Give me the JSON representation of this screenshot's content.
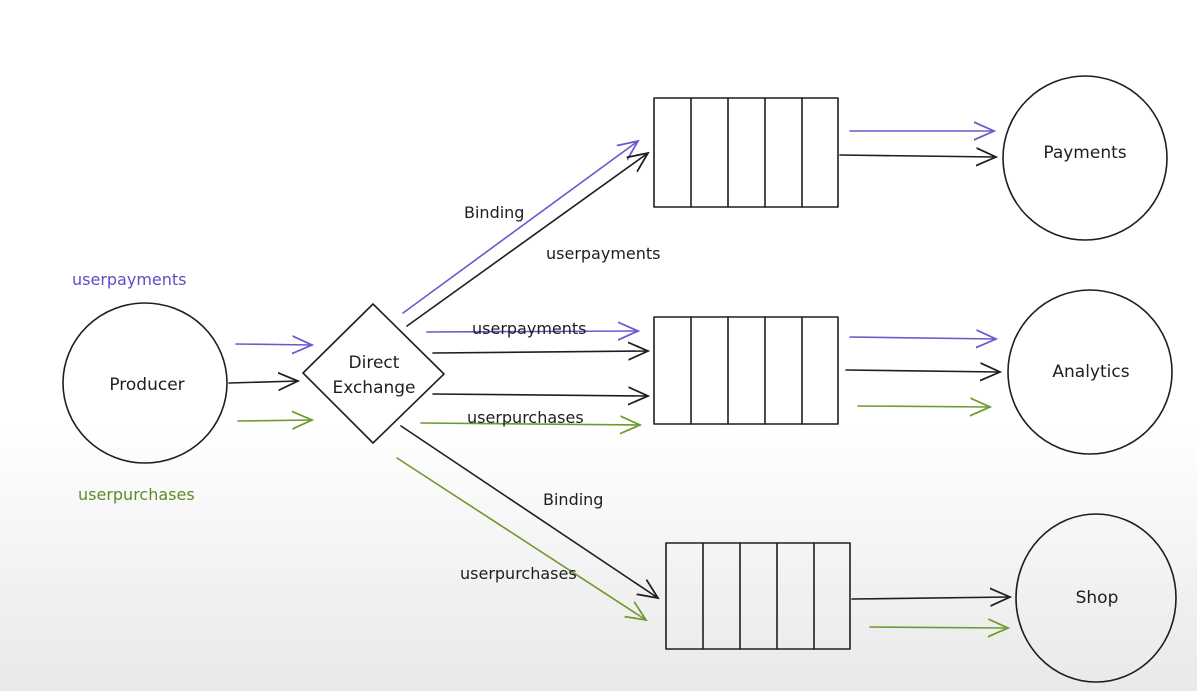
{
  "nodes": {
    "producer": "Producer",
    "exchange_line1": "Direct",
    "exchange_line2": "Exchange",
    "payments": "Payments",
    "analytics": "Analytics",
    "shop": "Shop"
  },
  "routing_keys": {
    "payments": "userpayments",
    "purchases": "userpurchases"
  },
  "edge_labels": {
    "binding_top": "Binding",
    "binding_top_key": "userpayments",
    "mid_payments": "userpayments",
    "mid_purchases": "userpurchases",
    "binding_bottom": "Binding",
    "binding_bottom_key": "userpurchases"
  },
  "colors": {
    "ink": "#1e1e1e",
    "payments_key": "#6a5acd",
    "purchases_key": "#6f9a2e"
  }
}
